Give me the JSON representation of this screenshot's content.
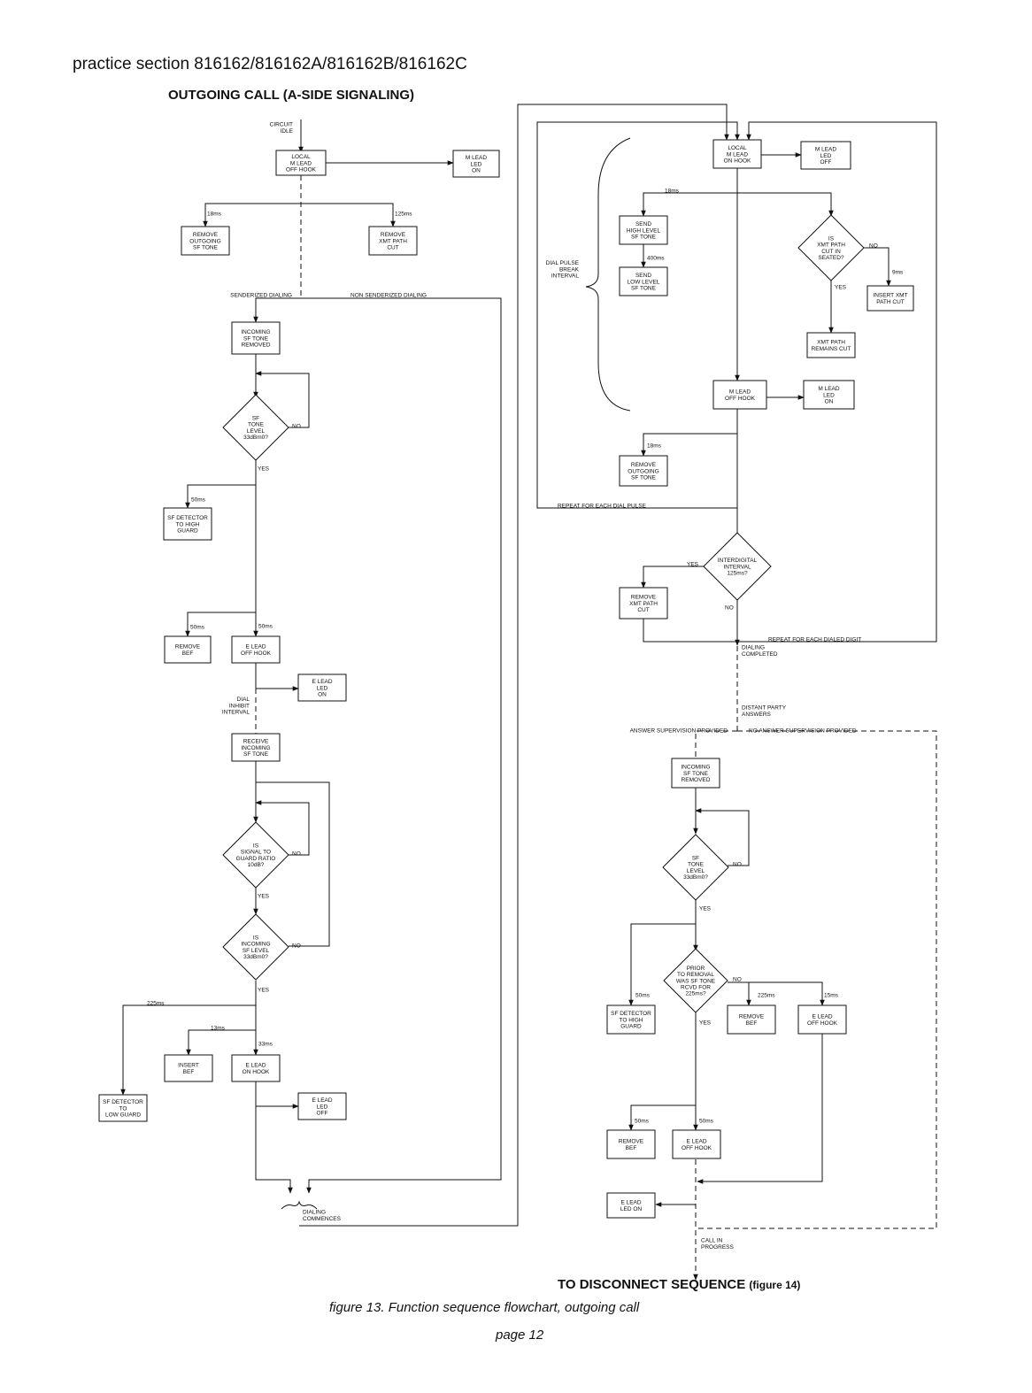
{
  "header": "practice section 816162/816162A/816162B/816162C",
  "title_left": "OUTGOING CALL (A-SIDE SIGNALING)",
  "footer": {
    "main": "TO DISCONNECT SEQUENCE",
    "ref": "(figure 14)"
  },
  "caption": "figure 13. Function sequence flowchart, outgoing call",
  "page_number": "page 12",
  "flowchart": {
    "nodes": [
      {
        "id": "n1",
        "lines": [
          "LOCAL",
          "M LEAD",
          "OFF HOOK"
        ]
      },
      {
        "id": "n2",
        "lines": [
          "M LEAD",
          "LED",
          "ON"
        ]
      },
      {
        "id": "n3",
        "lines": [
          "REMOVE",
          "OUTGOING",
          "SF TONE"
        ]
      },
      {
        "id": "n4",
        "lines": [
          "REMOVE",
          "XMT PATH",
          "CUT"
        ]
      },
      {
        "id": "n5",
        "lines": [
          "INCOMING",
          "SF TONE",
          "REMOVED"
        ]
      },
      {
        "id": "d1",
        "lines": [
          "SF",
          "TONE",
          "LEVEL",
          "33dBm0?"
        ]
      },
      {
        "id": "n6",
        "lines": [
          "SF DETECTOR",
          "TO HIGH",
          "GUARD"
        ]
      },
      {
        "id": "n7",
        "lines": [
          "REMOVE",
          "BEF"
        ]
      },
      {
        "id": "n8",
        "lines": [
          "E LEAD",
          "OFF HOOK"
        ]
      },
      {
        "id": "n9",
        "lines": [
          "E LEAD",
          "LED",
          "ON"
        ]
      },
      {
        "id": "n10",
        "lines": [
          "RECEIVE",
          "INCOMING",
          "SF TONE"
        ]
      },
      {
        "id": "d2",
        "lines": [
          "IS",
          "SIGNAL TO",
          "GUARD RATIO",
          "10dB?"
        ]
      },
      {
        "id": "d3",
        "lines": [
          "IS",
          "INCOMING",
          "SF LEVEL",
          "33dBm0?"
        ]
      },
      {
        "id": "n11",
        "lines": [
          "SF DETECTOR",
          "TO",
          "LOW GUARD"
        ]
      },
      {
        "id": "n12",
        "lines": [
          "INSERT",
          "BEF"
        ]
      },
      {
        "id": "n13",
        "lines": [
          "E LEAD",
          "ON HOOK"
        ]
      },
      {
        "id": "n14",
        "lines": [
          "E LEAD",
          "LED",
          "OFF"
        ]
      },
      {
        "id": "r1",
        "lines": [
          "LOCAL",
          "M LEAD",
          "ON HOOK"
        ]
      },
      {
        "id": "r2",
        "lines": [
          "M LEAD",
          "LED",
          "OFF"
        ]
      },
      {
        "id": "r3",
        "lines": [
          "SEND",
          "HIGH LEVEL",
          "SF TONE"
        ]
      },
      {
        "id": "r4",
        "lines": [
          "SEND",
          "LOW LEVEL",
          "SF TONE"
        ]
      },
      {
        "id": "rd1",
        "lines": [
          "IS",
          "XMT PATH",
          "CUT IN",
          "SEATED?"
        ]
      },
      {
        "id": "r5",
        "lines": [
          "INSERT XMT",
          "PATH CUT"
        ]
      },
      {
        "id": "r6",
        "lines": [
          "XMT PATH",
          "REMAINS CUT"
        ]
      },
      {
        "id": "r7",
        "lines": [
          "M LEAD",
          "OFF HOOK"
        ]
      },
      {
        "id": "r8",
        "lines": [
          "M LEAD",
          "LED",
          "ON"
        ]
      },
      {
        "id": "r9",
        "lines": [
          "REMOVE",
          "OUTGOING",
          "SF TONE"
        ]
      },
      {
        "id": "rd2",
        "lines": [
          "INTERDIGITAL",
          "INTERVAL",
          "125ms?"
        ]
      },
      {
        "id": "r10",
        "lines": [
          "REMOVE",
          "XMT PATH",
          "CUT"
        ]
      },
      {
        "id": "r11",
        "lines": [
          "INCOMING",
          "SF TONE",
          "REMOVED"
        ]
      },
      {
        "id": "rd3",
        "lines": [
          "SF",
          "TONE",
          "LEVEL",
          "33dBm0?"
        ]
      },
      {
        "id": "rd4",
        "lines": [
          "PRIOR",
          "TO REMOVAL",
          "WAS SF TONE",
          "RCVD FOR",
          "225ms?"
        ]
      },
      {
        "id": "r12",
        "lines": [
          "SF DETECTOR",
          "TO HIGH",
          "GUARD"
        ]
      },
      {
        "id": "r13",
        "lines": [
          "REMOVE",
          "BEF"
        ]
      },
      {
        "id": "r14",
        "lines": [
          "E LEAD",
          "OFF HOOK"
        ]
      },
      {
        "id": "r15",
        "lines": [
          "REMOVE",
          "BEF"
        ]
      },
      {
        "id": "r16",
        "lines": [
          "E LEAD",
          "OFF HOOK"
        ]
      },
      {
        "id": "r17",
        "lines": [
          "E LEAD",
          "LED ON"
        ]
      }
    ],
    "labels": [
      {
        "id": "l1",
        "lines": [
          "CIRCUIT",
          "IDLE"
        ]
      },
      {
        "id": "l2",
        "lines": [
          "18ms"
        ]
      },
      {
        "id": "l3",
        "lines": [
          "125ms"
        ]
      },
      {
        "id": "l4",
        "lines": [
          "SENDERIZED DIALING"
        ]
      },
      {
        "id": "l5",
        "lines": [
          "NON SENDERIZED DIALING"
        ]
      },
      {
        "id": "l6",
        "lines": [
          "NO"
        ]
      },
      {
        "id": "l7",
        "lines": [
          "YES"
        ]
      },
      {
        "id": "l8",
        "lines": [
          "50ms"
        ]
      },
      {
        "id": "l9",
        "lines": [
          "50ms"
        ]
      },
      {
        "id": "l10",
        "lines": [
          "50ms"
        ]
      },
      {
        "id": "l11",
        "lines": [
          "DIAL",
          "INHIBIT",
          "INTERVAL"
        ]
      },
      {
        "id": "l12",
        "lines": [
          "NO"
        ]
      },
      {
        "id": "l13",
        "lines": [
          "YES"
        ]
      },
      {
        "id": "l14",
        "lines": [
          "NO"
        ]
      },
      {
        "id": "l15",
        "lines": [
          "YES"
        ]
      },
      {
        "id": "l16",
        "lines": [
          "225ms"
        ]
      },
      {
        "id": "l17",
        "lines": [
          "13ms"
        ]
      },
      {
        "id": "l18",
        "lines": [
          "33ms"
        ]
      },
      {
        "id": "l19",
        "lines": [
          "DIALING",
          "COMMENCES"
        ]
      },
      {
        "id": "l20",
        "lines": [
          "18ms"
        ]
      },
      {
        "id": "l21",
        "lines": [
          "400ms"
        ]
      },
      {
        "id": "l22",
        "lines": [
          "DIAL PULSE",
          "BREAK",
          "INTERVAL"
        ]
      },
      {
        "id": "l23",
        "lines": [
          "NO"
        ]
      },
      {
        "id": "l24",
        "lines": [
          "YES"
        ]
      },
      {
        "id": "l25",
        "lines": [
          "9ms"
        ]
      },
      {
        "id": "l26",
        "lines": [
          "18ms"
        ]
      },
      {
        "id": "l27",
        "lines": [
          "REPEAT FOR EACH DIAL PULSE"
        ]
      },
      {
        "id": "l28",
        "lines": [
          "YES"
        ]
      },
      {
        "id": "l29",
        "lines": [
          "NO"
        ]
      },
      {
        "id": "l30",
        "lines": [
          "REPEAT FOR EACH DIALED DIGIT"
        ]
      },
      {
        "id": "l31",
        "lines": [
          "DIALING",
          "COMPLETED"
        ]
      },
      {
        "id": "l32",
        "lines": [
          "DISTANT PARTY",
          "ANSWERS"
        ]
      },
      {
        "id": "l33",
        "lines": [
          "ANSWER SUPERVISION PROVIDED"
        ]
      },
      {
        "id": "l34",
        "lines": [
          "NO ANSWER SUPERVISION PROVIDED"
        ]
      },
      {
        "id": "l35",
        "lines": [
          "NO"
        ]
      },
      {
        "id": "l36",
        "lines": [
          "YES"
        ]
      },
      {
        "id": "l37",
        "lines": [
          "NO"
        ]
      },
      {
        "id": "l38",
        "lines": [
          "YES"
        ]
      },
      {
        "id": "l39",
        "lines": [
          "50ms"
        ]
      },
      {
        "id": "l40",
        "lines": [
          "225ms"
        ]
      },
      {
        "id": "l41",
        "lines": [
          "15ms"
        ]
      },
      {
        "id": "l42",
        "lines": [
          "50ms"
        ]
      },
      {
        "id": "l43",
        "lines": [
          "50ms"
        ]
      },
      {
        "id": "l44",
        "lines": [
          "CALL IN",
          "PROGRESS"
        ]
      }
    ]
  }
}
